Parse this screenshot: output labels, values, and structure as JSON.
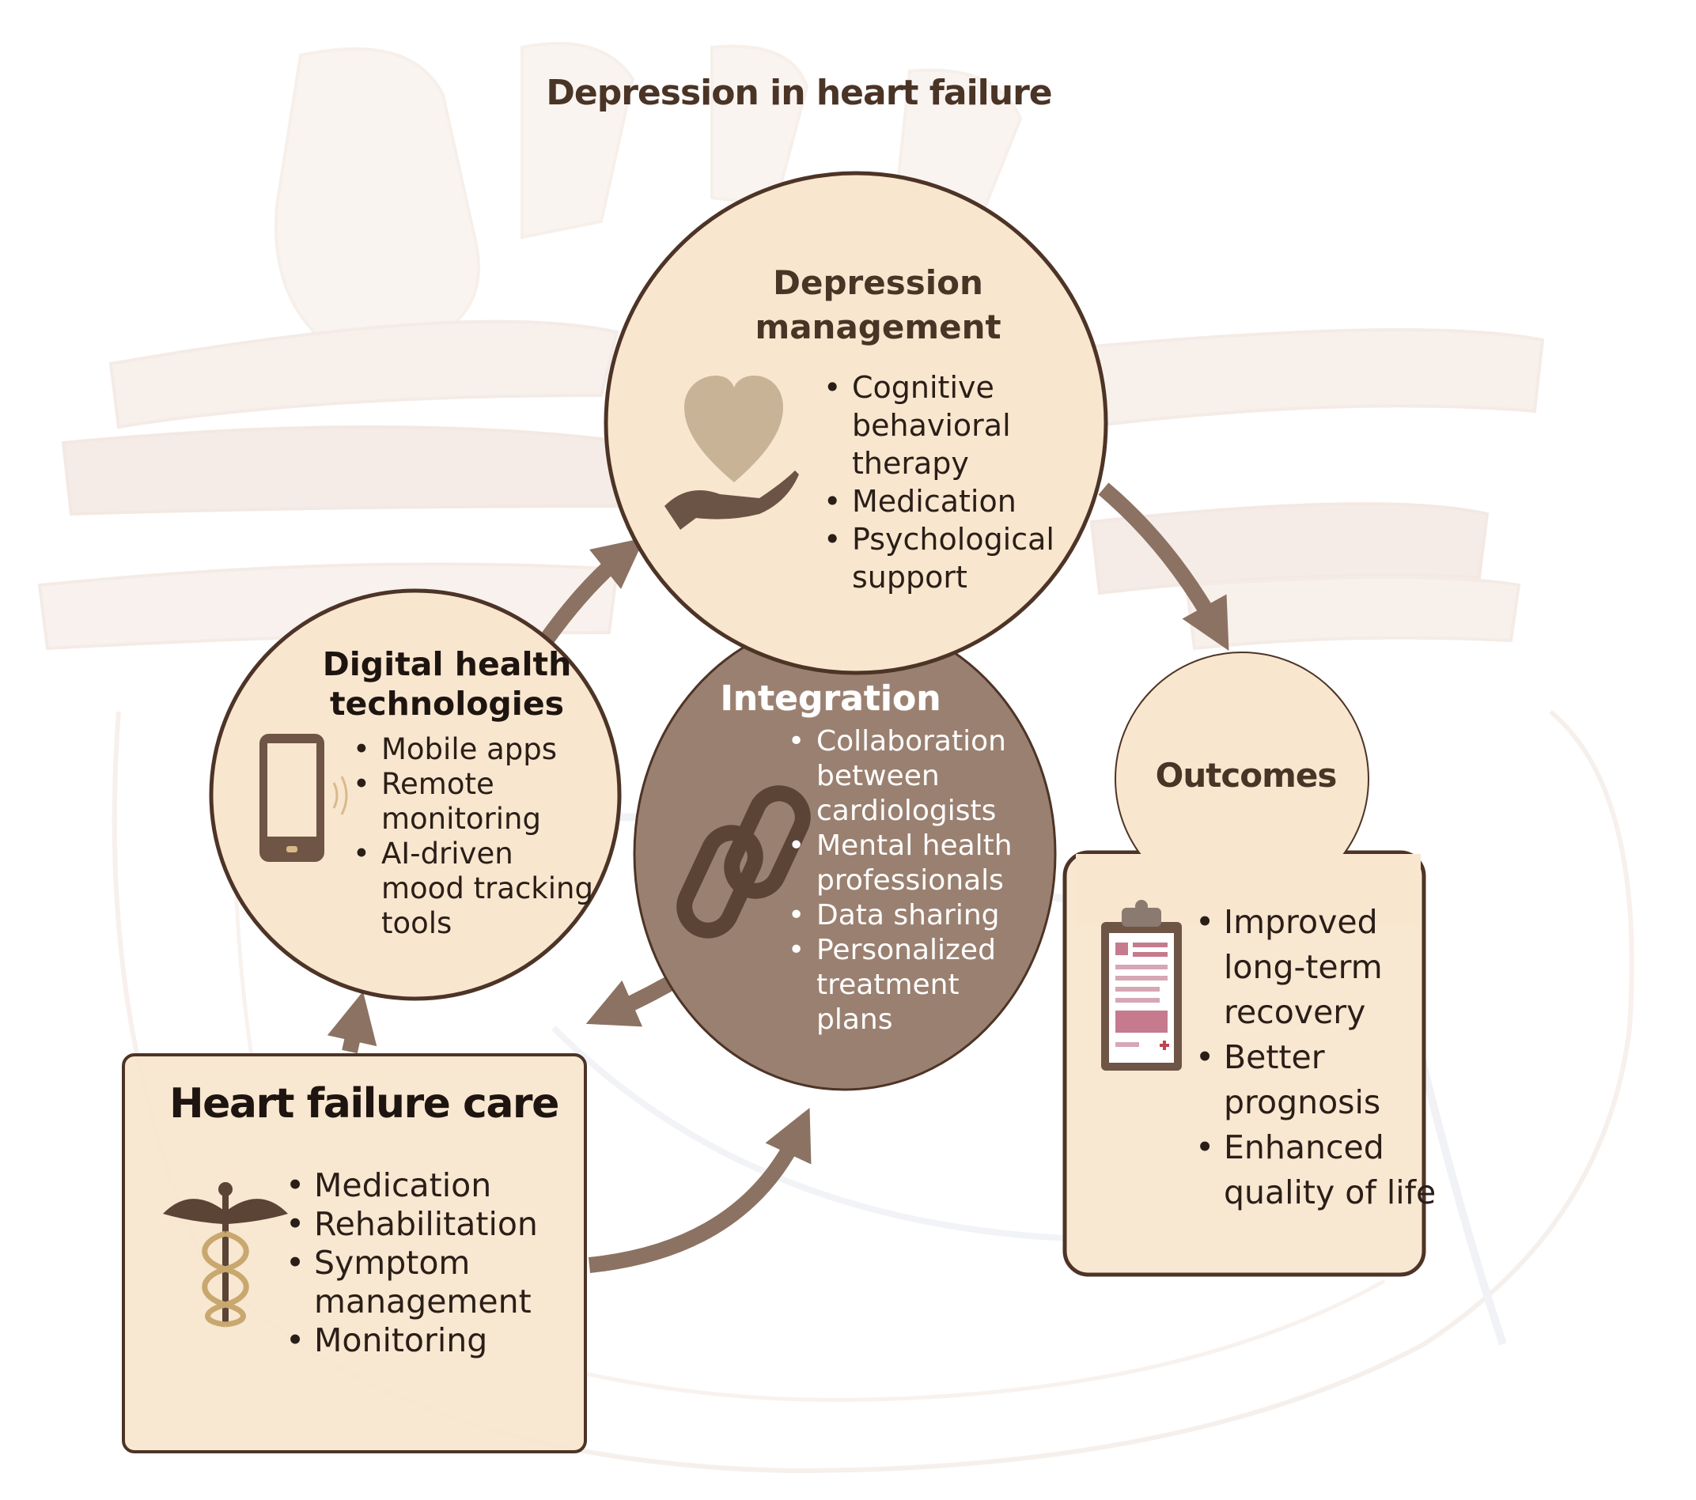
{
  "title": "Depression in heart failure",
  "depression": {
    "title_line1": "Depression",
    "title_line2": "management",
    "items": [
      "Cognitive behavioral therapy",
      "Medication",
      "Psychological support"
    ]
  },
  "digital": {
    "title_line1": "Digital health",
    "title_line2": "technologies",
    "items": [
      "Mobile apps",
      "Remote monitoring",
      "AI-driven mood tracking tools"
    ]
  },
  "integration": {
    "title": "Integration",
    "items": [
      "Collaboration between cardiologists",
      "Mental health professionals",
      "Data sharing",
      "Personalized treatment plans"
    ]
  },
  "outcomes": {
    "title": "Outcomes",
    "items": [
      "Improved long-term recovery",
      "Better prognosis",
      "Enhanced quality of life"
    ]
  },
  "heart_failure_care": {
    "title": "Heart failure care",
    "items": [
      "Medication",
      "Rehabilitation",
      "Symptom management",
      "Monitoring"
    ]
  },
  "icons": {
    "depression": "heart-in-hand-icon",
    "digital": "mobile-phone-icon",
    "integration": "chain-link-icon",
    "outcomes": "clipboard-icon",
    "heart_failure_care": "caduceus-icon"
  },
  "colors": {
    "node_fill": "#f8e6cf",
    "integration_fill": "#9a8070",
    "border": "#4d3426",
    "arrow": "#8c7262",
    "heart_bg": "#f2e4dc"
  }
}
